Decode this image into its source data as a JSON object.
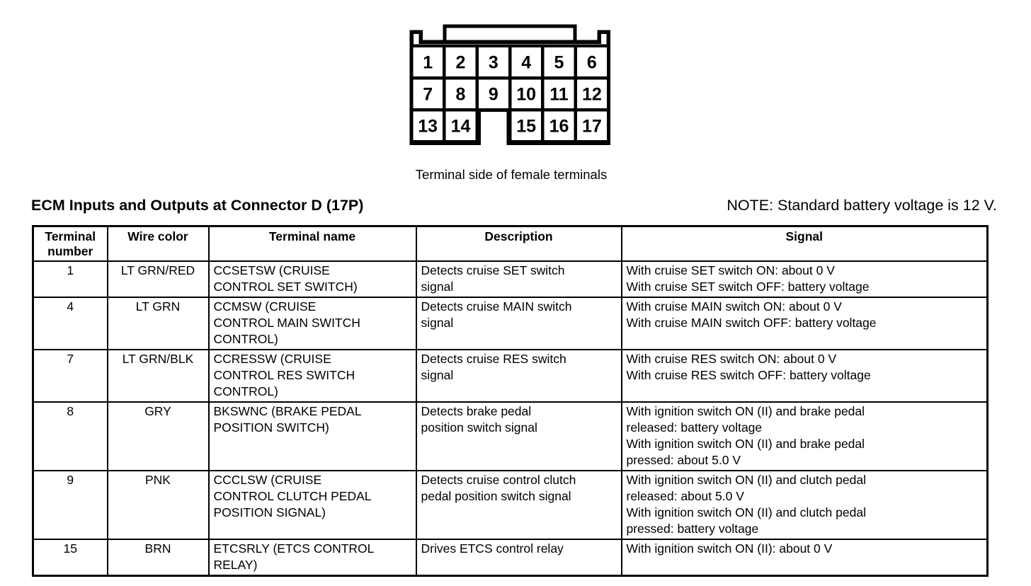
{
  "page": {
    "background": "#ffffff",
    "ink": "#000000"
  },
  "connector": {
    "caption": "Terminal side of female terminals",
    "terminals": [
      {
        "number": "1",
        "row": 0,
        "col": 0
      },
      {
        "number": "2",
        "row": 0,
        "col": 1
      },
      {
        "number": "3",
        "row": 0,
        "col": 2
      },
      {
        "number": "4",
        "row": 0,
        "col": 3
      },
      {
        "number": "5",
        "row": 0,
        "col": 4
      },
      {
        "number": "6",
        "row": 0,
        "col": 5
      },
      {
        "number": "7",
        "row": 1,
        "col": 0
      },
      {
        "number": "8",
        "row": 1,
        "col": 1
      },
      {
        "number": "9",
        "row": 1,
        "col": 2
      },
      {
        "number": "10",
        "row": 1,
        "col": 3
      },
      {
        "number": "11",
        "row": 1,
        "col": 4
      },
      {
        "number": "12",
        "row": 1,
        "col": 5
      },
      {
        "number": "13",
        "row": 2,
        "col": 0
      },
      {
        "number": "14",
        "row": 2,
        "col": 1
      },
      {
        "number": "15",
        "row": 2,
        "col": 3
      },
      {
        "number": "16",
        "row": 2,
        "col": 4
      },
      {
        "number": "17",
        "row": 2,
        "col": 5
      }
    ]
  },
  "header": {
    "title": "ECM Inputs and Outputs at Connector D (17P)",
    "note": "NOTE: Standard battery voltage is 12 V."
  },
  "table": {
    "columns": [
      "Terminal number",
      "Wire color",
      "Terminal name",
      "Description",
      "Signal"
    ],
    "rows": [
      {
        "terminal_number": "1",
        "wire_color": "LT GRN/RED",
        "terminal_name": [
          "CCSETSW (CRUISE",
          "CONTROL SET SWITCH)"
        ],
        "description": [
          "Detects cruise SET switch",
          "signal"
        ],
        "signal": [
          "With cruise SET switch ON: about 0 V",
          "With cruise SET switch OFF: battery voltage"
        ]
      },
      {
        "terminal_number": "4",
        "wire_color": "LT GRN",
        "terminal_name": [
          "CCMSW (CRUISE",
          "CONTROL MAIN SWITCH",
          "CONTROL)"
        ],
        "description": [
          "Detects cruise MAIN switch",
          "signal"
        ],
        "signal": [
          "With cruise MAIN switch ON: about 0 V",
          "With cruise MAIN switch OFF: battery voltage"
        ]
      },
      {
        "terminal_number": "7",
        "wire_color": "LT GRN/BLK",
        "terminal_name": [
          "CCRESSW (CRUISE",
          "CONTROL RES SWITCH",
          "CONTROL)"
        ],
        "description": [
          "Detects cruise RES switch",
          "signal"
        ],
        "signal": [
          "With cruise RES switch ON: about 0 V",
          "With cruise RES switch OFF: battery voltage"
        ]
      },
      {
        "terminal_number": "8",
        "wire_color": "GRY",
        "terminal_name": [
          "BKSWNC (BRAKE PEDAL",
          "POSITION SWITCH)"
        ],
        "description": [
          "Detects brake pedal",
          "position switch signal"
        ],
        "signal": [
          "With ignition switch ON (II) and brake pedal",
          "released: battery voltage",
          "With ignition switch ON (II) and brake pedal",
          "pressed: about 5.0 V"
        ]
      },
      {
        "terminal_number": "9",
        "wire_color": "PNK",
        "terminal_name": [
          "CCCLSW (CRUISE",
          "CONTROL CLUTCH PEDAL",
          "POSITION SIGNAL)"
        ],
        "description": [
          "Detects cruise control clutch",
          "pedal position switch signal"
        ],
        "signal": [
          "With ignition switch ON (II) and clutch pedal",
          "released: about 5.0 V",
          "With ignition switch ON (II) and clutch pedal",
          "pressed: battery voltage"
        ]
      },
      {
        "terminal_number": "15",
        "wire_color": "BRN",
        "terminal_name": [
          "ETCSRLY (ETCS CONTROL",
          "RELAY)"
        ],
        "description": [
          "Drives ETCS control relay"
        ],
        "signal": [
          "With ignition switch ON (II): about 0 V"
        ]
      }
    ]
  }
}
